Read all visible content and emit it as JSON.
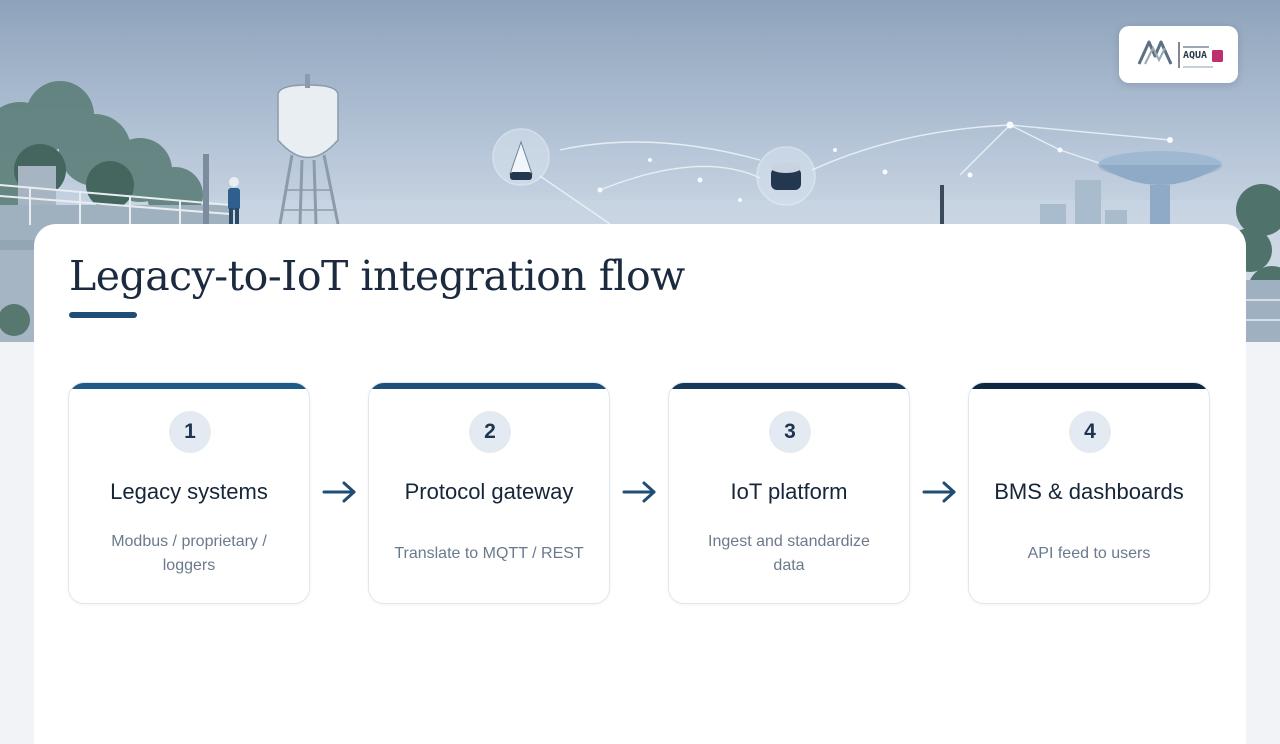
{
  "page": {
    "title": "Legacy-to-IoT integration flow"
  },
  "logo": {
    "icon": "aqua-brand-logo",
    "text": "AQUA"
  },
  "colors": {
    "title_text": "#1b2a3e",
    "underline": "#1f4d74",
    "badge_bg": "#e4eaf1",
    "arrow": "#1f4d74",
    "step_accents": [
      "#1f5a86",
      "#1d4f78",
      "#16385a",
      "#0f2740"
    ]
  },
  "steps": [
    {
      "number": "1",
      "title": "Legacy systems",
      "description": "Modbus / proprietary / loggers"
    },
    {
      "number": "2",
      "title": "Protocol gateway",
      "description": "Translate to MQTT / REST"
    },
    {
      "number": "3",
      "title": "IoT platform",
      "description": "Ingest and standardize data"
    },
    {
      "number": "4",
      "title": "BMS & dashboards",
      "description": "API feed to users"
    }
  ],
  "connectors": [
    "arrow-right-icon",
    "arrow-right-icon",
    "arrow-right-icon"
  ]
}
